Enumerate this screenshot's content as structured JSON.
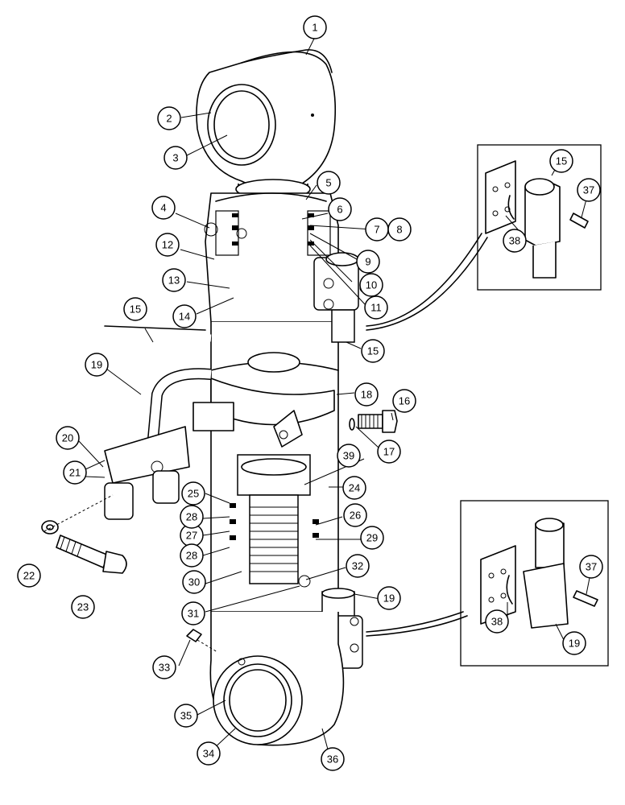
{
  "callouts": [
    {
      "id": "c1",
      "label": "1"
    },
    {
      "id": "c2",
      "label": "2"
    },
    {
      "id": "c3",
      "label": "3"
    },
    {
      "id": "c4",
      "label": "4"
    },
    {
      "id": "c5",
      "label": "5"
    },
    {
      "id": "c6",
      "label": "6"
    },
    {
      "id": "c7",
      "label": "7"
    },
    {
      "id": "c8",
      "label": "8"
    },
    {
      "id": "c9",
      "label": "9"
    },
    {
      "id": "c10",
      "label": "10"
    },
    {
      "id": "c11",
      "label": "11"
    },
    {
      "id": "c12",
      "label": "12"
    },
    {
      "id": "c13",
      "label": "13"
    },
    {
      "id": "c14",
      "label": "14"
    },
    {
      "id": "c15a",
      "label": "15"
    },
    {
      "id": "c15b",
      "label": "15"
    },
    {
      "id": "c15c",
      "label": "15"
    },
    {
      "id": "c16",
      "label": "16"
    },
    {
      "id": "c17",
      "label": "17"
    },
    {
      "id": "c18",
      "label": "18"
    },
    {
      "id": "c19a",
      "label": "19"
    },
    {
      "id": "c19b",
      "label": "19"
    },
    {
      "id": "c19c",
      "label": "19"
    },
    {
      "id": "c20",
      "label": "20"
    },
    {
      "id": "c21",
      "label": "21"
    },
    {
      "id": "c22",
      "label": "22"
    },
    {
      "id": "c23",
      "label": "23"
    },
    {
      "id": "c24",
      "label": "24"
    },
    {
      "id": "c25",
      "label": "25"
    },
    {
      "id": "c26",
      "label": "26"
    },
    {
      "id": "c27",
      "label": "27"
    },
    {
      "id": "c28a",
      "label": "28"
    },
    {
      "id": "c28b",
      "label": "28"
    },
    {
      "id": "c29",
      "label": "29"
    },
    {
      "id": "c30",
      "label": "30"
    },
    {
      "id": "c31",
      "label": "31"
    },
    {
      "id": "c32",
      "label": "32"
    },
    {
      "id": "c33",
      "label": "33"
    },
    {
      "id": "c34",
      "label": "34"
    },
    {
      "id": "c35",
      "label": "35"
    },
    {
      "id": "c36",
      "label": "36"
    },
    {
      "id": "c37a",
      "label": "37"
    },
    {
      "id": "c37b",
      "label": "37"
    },
    {
      "id": "c38a",
      "label": "38"
    },
    {
      "id": "c38b",
      "label": "38"
    },
    {
      "id": "c39",
      "label": "39"
    }
  ]
}
